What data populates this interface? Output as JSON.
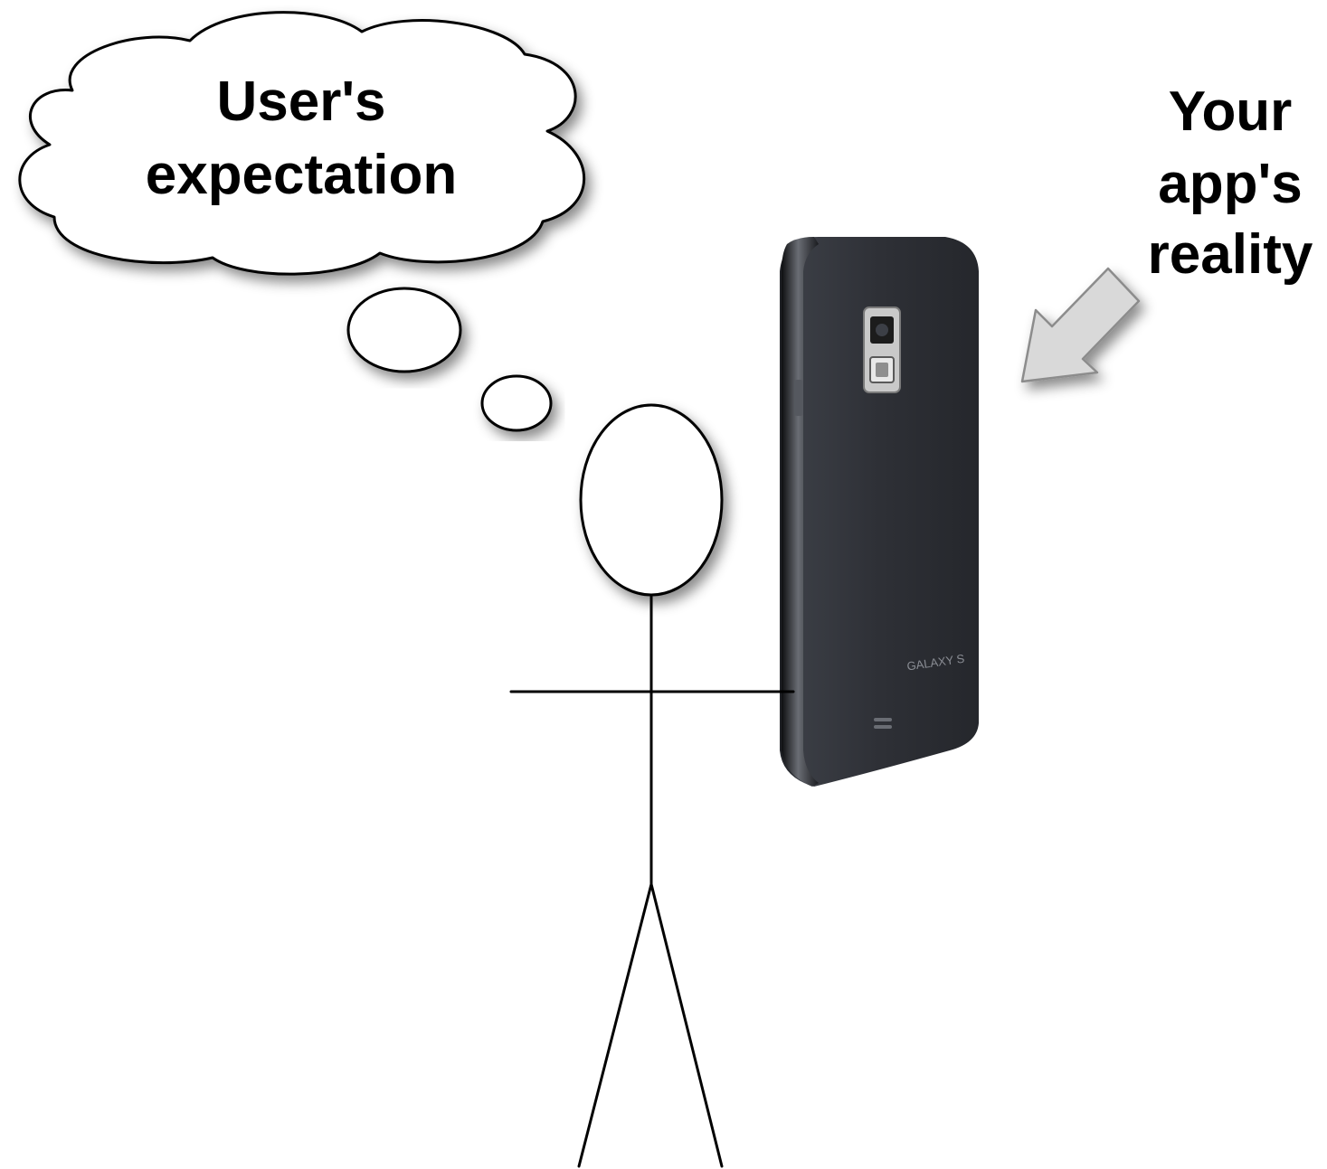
{
  "thought_bubble": {
    "line1": "User's",
    "line2": "expectation"
  },
  "callout": {
    "line1": "Your",
    "line2": "app's",
    "line3": "reality"
  },
  "phone": {
    "brand_mark": "GALAXY S"
  },
  "colors": {
    "background": "#ffffff",
    "outline": "#000000",
    "arrow_fill": "#d9d9d9",
    "arrow_stroke": "#8c8c8c",
    "phone_body": "#2f3137",
    "phone_edge": "#16171b"
  },
  "icons": {
    "thought_bubble": "cloud-thought-bubble",
    "arrow": "arrow-down-left-icon",
    "phone": "smartphone-back",
    "figure": "stick-figure"
  }
}
